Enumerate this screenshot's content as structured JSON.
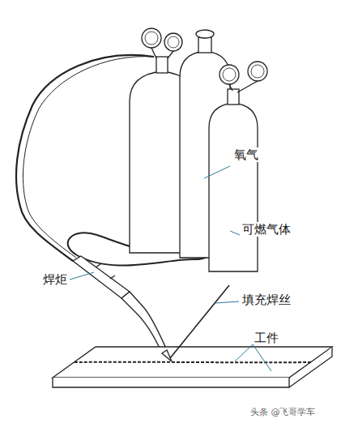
{
  "diagram": {
    "labels": [
      "氧气",
      "可燃气体",
      "焊炬",
      "填充焊丝",
      "工件",
      "头条 @飞哥学车"
    ]
  }
}
